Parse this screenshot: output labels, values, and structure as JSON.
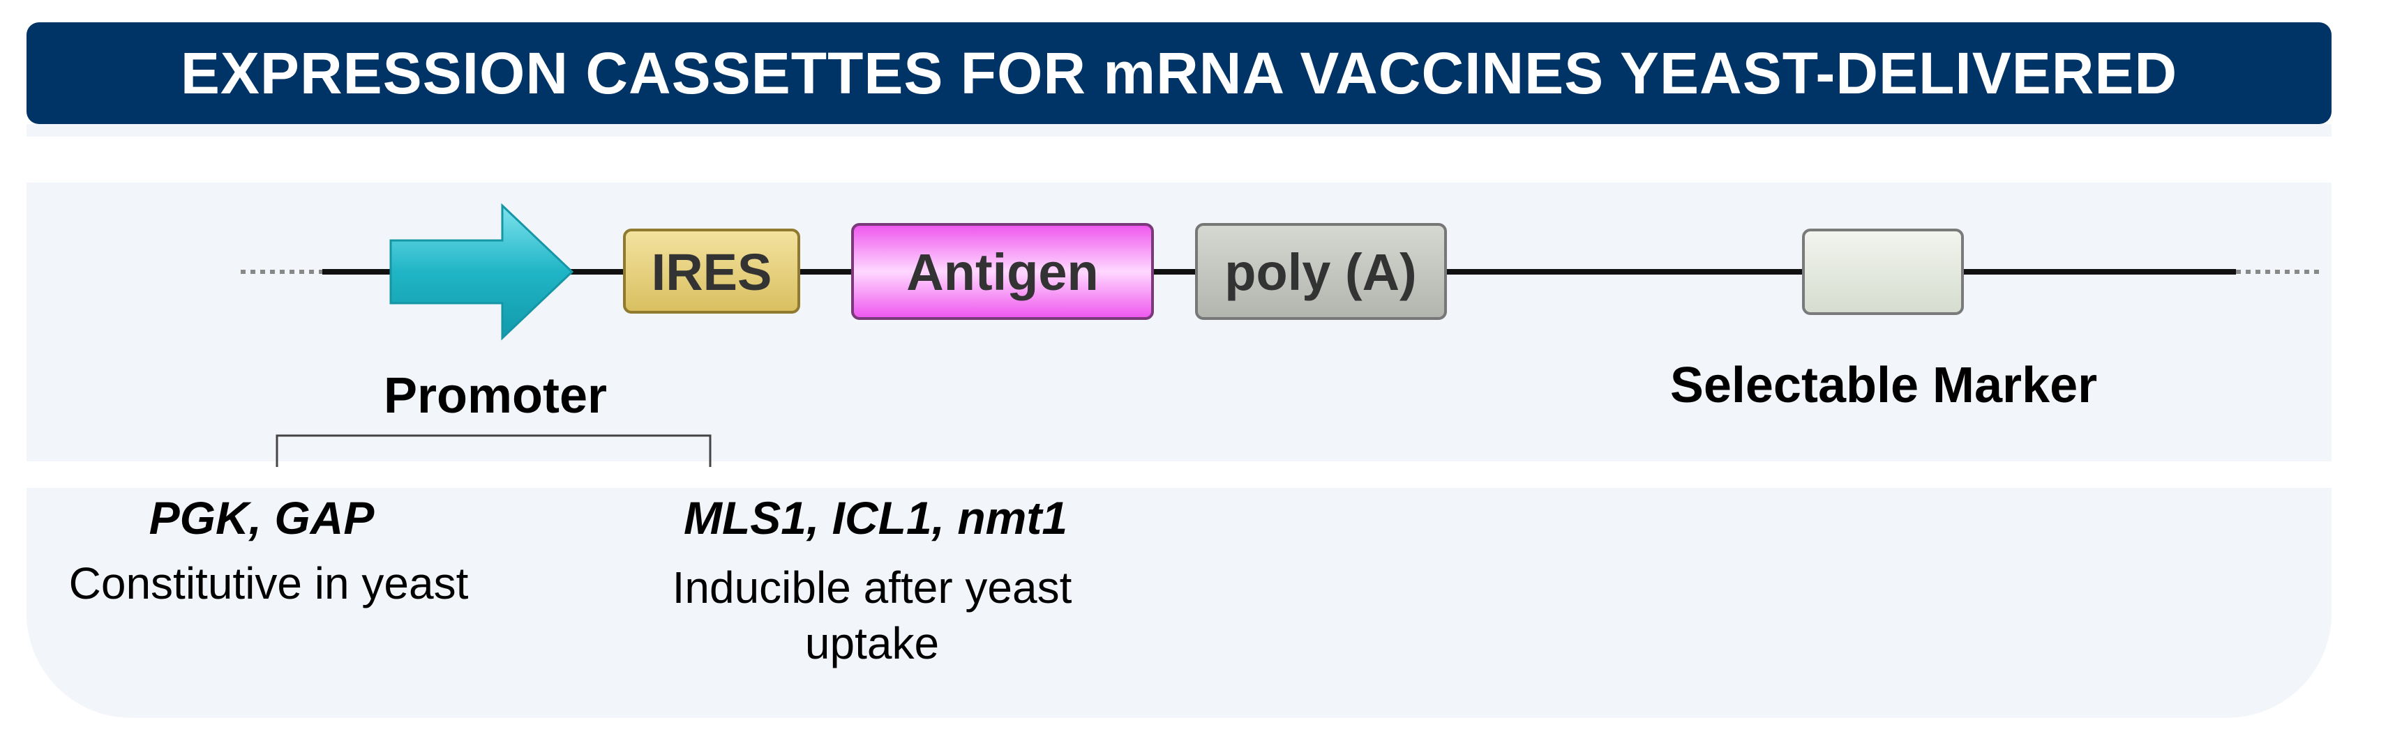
{
  "title": "EXPRESSION CASSETTES FOR mRNA VACCINES YEAST-DELIVERED",
  "cassette": {
    "ires_label": "IRES",
    "antigen_label": "Antigen",
    "polya_label": "poly (A)",
    "marker_box_label": ""
  },
  "labels": {
    "promoter": "Promoter",
    "selectable_marker": "Selectable Marker"
  },
  "promoters": {
    "constitutive_genes": "PGK, GAP",
    "constitutive_desc": "Constitutive in yeast",
    "inducible_genes": "MLS1, ICL1, nmt1",
    "inducible_desc_line1": "Inducible after yeast",
    "inducible_desc_line2": "uptake"
  },
  "colors": {
    "title_bg": "#003366",
    "panel_bg": "#f2f5fa",
    "promoter_arrow": "#22b8c8",
    "ires": "#e6cf7a",
    "antigen": "#f07cf0",
    "polya": "#c4c6c0",
    "marker_box": "#e4e8e0"
  }
}
